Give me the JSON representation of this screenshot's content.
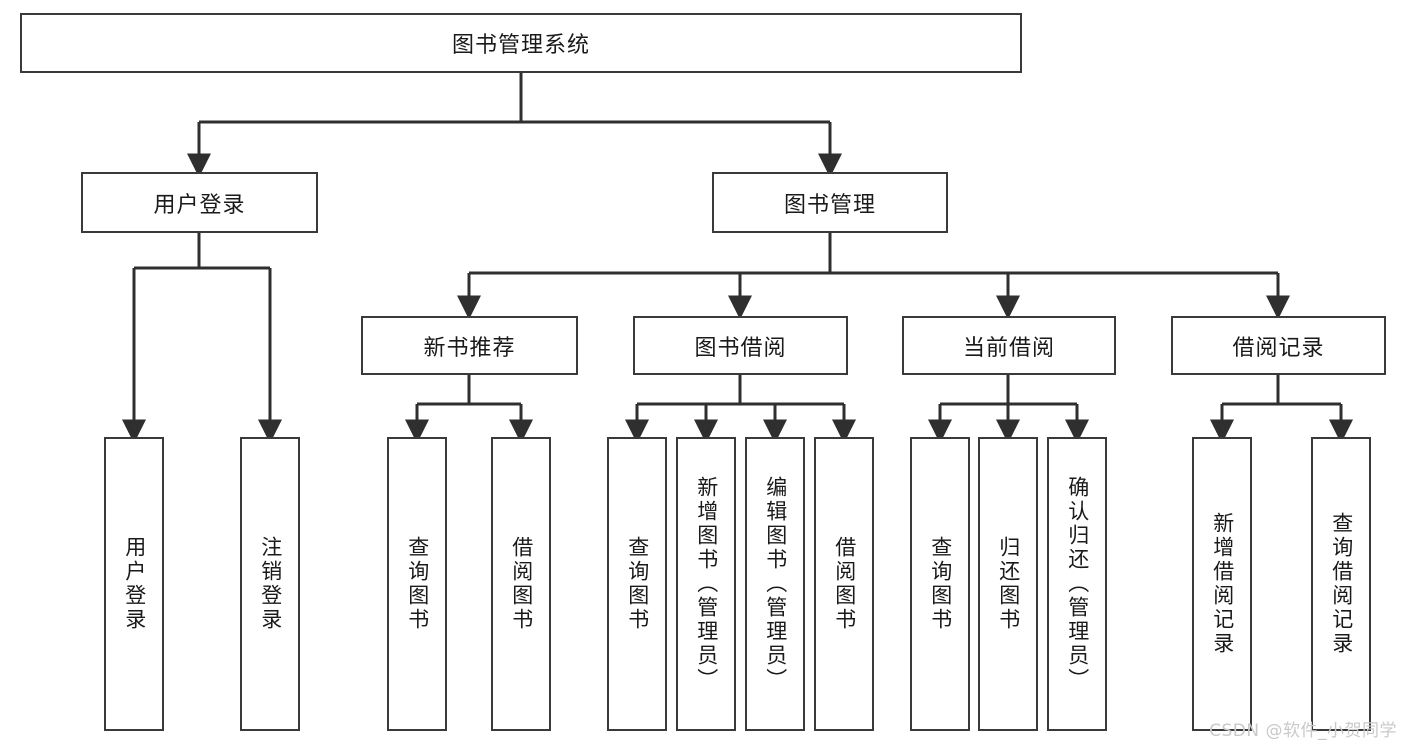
{
  "diagram": {
    "title": "图书管理系统",
    "type": "hierarchy-tree",
    "watermark": "CSDN @软件_小贺同学",
    "colors": {
      "box_border": "#3a3a3a",
      "box_fill": "#ffffff",
      "connector": "#2f2f2f",
      "text": "#1a1a1a",
      "watermark": "#c9c9c9"
    },
    "levels": {
      "root": {
        "label": "图书管理系统"
      },
      "level2": [
        {
          "id": "user-login",
          "label": "用户登录"
        },
        {
          "id": "book-manage",
          "label": "图书管理"
        }
      ],
      "level3": [
        {
          "id": "new-book-rec",
          "label": "新书推荐"
        },
        {
          "id": "book-borrow",
          "label": "图书借阅"
        },
        {
          "id": "current-borrow",
          "label": "当前借阅"
        },
        {
          "id": "borrow-record",
          "label": "借阅记录"
        }
      ],
      "leaves": {
        "user_login": [
          {
            "id": "leaf-user-login",
            "label": "用户登录"
          },
          {
            "id": "leaf-logout",
            "label": "注销登录"
          }
        ],
        "new_book_rec": [
          {
            "id": "leaf-query-book-1",
            "label": "查询图书"
          },
          {
            "id": "leaf-borrow-book-1",
            "label": "借阅图书"
          }
        ],
        "book_borrow": [
          {
            "id": "leaf-query-book-2",
            "label": "查询图书"
          },
          {
            "id": "leaf-add-book",
            "label": "新增图书（管理员）"
          },
          {
            "id": "leaf-edit-book",
            "label": "编辑图书（管理员）"
          },
          {
            "id": "leaf-borrow-book-2",
            "label": "借阅图书"
          }
        ],
        "current_borrow": [
          {
            "id": "leaf-query-book-3",
            "label": "查询图书"
          },
          {
            "id": "leaf-return-book",
            "label": "归还图书"
          },
          {
            "id": "leaf-confirm-return",
            "label": "确认归还（管理员）"
          }
        ],
        "borrow_record": [
          {
            "id": "leaf-add-record",
            "label": "新增借阅记录"
          },
          {
            "id": "leaf-query-record",
            "label": "查询借阅记录"
          }
        ]
      }
    }
  }
}
